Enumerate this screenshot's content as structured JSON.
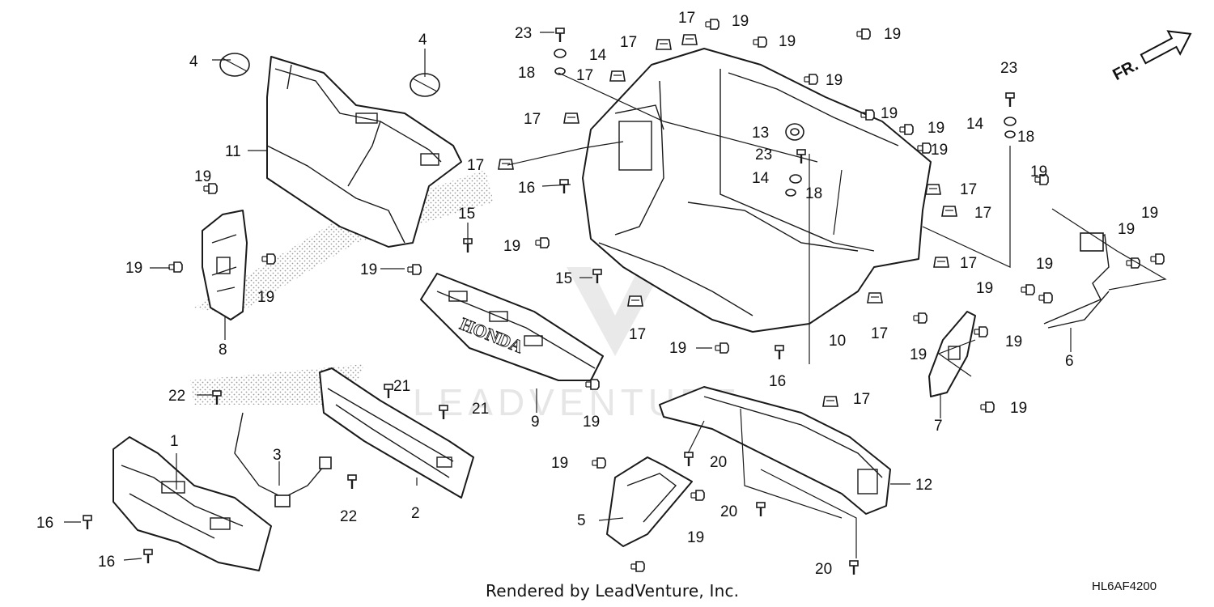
{
  "diagram": {
    "direction_label": "FR.",
    "callouts": [
      {
        "id": "c4a",
        "text": "4"
      },
      {
        "id": "c4b",
        "text": "4"
      },
      {
        "id": "c11",
        "text": "11"
      },
      {
        "id": "c19a",
        "text": "19"
      },
      {
        "id": "c19b",
        "text": "19"
      },
      {
        "id": "c19c",
        "text": "19"
      },
      {
        "id": "c8",
        "text": "8"
      },
      {
        "id": "c19d",
        "text": "19"
      },
      {
        "id": "c22a",
        "text": "22"
      },
      {
        "id": "c22b",
        "text": "22"
      },
      {
        "id": "c1",
        "text": "1"
      },
      {
        "id": "c16a",
        "text": "16"
      },
      {
        "id": "c16b",
        "text": "16"
      },
      {
        "id": "c3",
        "text": "3"
      },
      {
        "id": "c21a",
        "text": "21"
      },
      {
        "id": "c21b",
        "text": "21"
      },
      {
        "id": "c2",
        "text": "2"
      },
      {
        "id": "c9",
        "text": "9"
      },
      {
        "id": "c19e",
        "text": "19"
      },
      {
        "id": "c15a",
        "text": "15"
      },
      {
        "id": "c15b",
        "text": "15"
      },
      {
        "id": "c23a",
        "text": "23"
      },
      {
        "id": "c14a",
        "text": "14"
      },
      {
        "id": "c18a",
        "text": "18"
      },
      {
        "id": "c17a",
        "text": "17"
      },
      {
        "id": "c17b",
        "text": "17"
      },
      {
        "id": "c17c",
        "text": "17"
      },
      {
        "id": "c17d",
        "text": "17"
      },
      {
        "id": "c17e",
        "text": "17"
      },
      {
        "id": "c19f",
        "text": "19"
      },
      {
        "id": "c19g",
        "text": "19"
      },
      {
        "id": "c16c",
        "text": "16"
      },
      {
        "id": "c19h",
        "text": "19"
      },
      {
        "id": "c17f",
        "text": "17"
      },
      {
        "id": "c19i",
        "text": "19"
      },
      {
        "id": "c19j",
        "text": "19"
      },
      {
        "id": "c19k",
        "text": "19"
      },
      {
        "id": "c19l",
        "text": "19"
      },
      {
        "id": "c13",
        "text": "13"
      },
      {
        "id": "c23b",
        "text": "23"
      },
      {
        "id": "c14b",
        "text": "14"
      },
      {
        "id": "c18b",
        "text": "18"
      },
      {
        "id": "c19m",
        "text": "19"
      },
      {
        "id": "c17g",
        "text": "17"
      },
      {
        "id": "c17h",
        "text": "17"
      },
      {
        "id": "c17i",
        "text": "17"
      },
      {
        "id": "c10",
        "text": "10"
      },
      {
        "id": "c17j",
        "text": "17"
      },
      {
        "id": "c16d",
        "text": "16"
      },
      {
        "id": "c17k",
        "text": "17"
      },
      {
        "id": "c23c",
        "text": "23"
      },
      {
        "id": "c14c",
        "text": "14"
      },
      {
        "id": "c18c",
        "text": "18"
      },
      {
        "id": "c19n",
        "text": "19"
      },
      {
        "id": "c19o",
        "text": "19"
      },
      {
        "id": "c19p",
        "text": "19"
      },
      {
        "id": "c19q",
        "text": "19"
      },
      {
        "id": "c19r",
        "text": "19"
      },
      {
        "id": "c6",
        "text": "6"
      },
      {
        "id": "c19s",
        "text": "19"
      },
      {
        "id": "c19t",
        "text": "19"
      },
      {
        "id": "c19u",
        "text": "19"
      },
      {
        "id": "c7",
        "text": "7"
      },
      {
        "id": "c19v",
        "text": "19"
      },
      {
        "id": "c20a",
        "text": "20"
      },
      {
        "id": "c20b",
        "text": "20"
      },
      {
        "id": "c20c",
        "text": "20"
      },
      {
        "id": "c12",
        "text": "12"
      },
      {
        "id": "c5",
        "text": "5"
      },
      {
        "id": "c19w",
        "text": "19"
      },
      {
        "id": "c19x",
        "text": "19"
      }
    ],
    "embossed_text": "HONDA",
    "watermark_text": "LEADVENTURE"
  },
  "footer": {
    "credit": "Rendered by LeadVenture, Inc.",
    "diagram_code": "HL6AF4200"
  }
}
